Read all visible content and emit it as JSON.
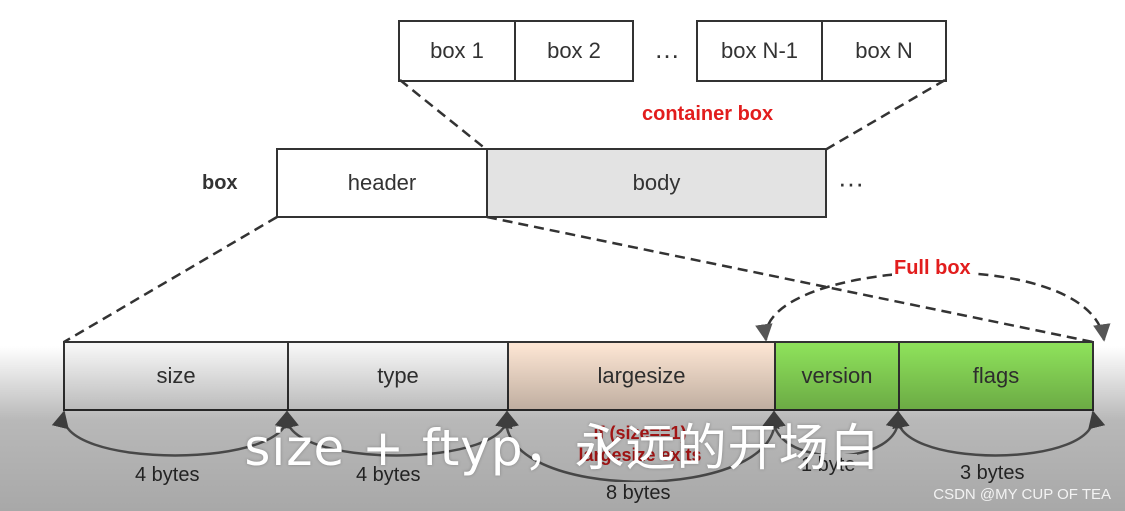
{
  "container_row": {
    "box1": "box 1",
    "box2": "box 2",
    "ellipsis": "…",
    "boxN1": "box N-1",
    "boxN": "box N"
  },
  "container_box_label": "container box",
  "box_row": {
    "label": "box",
    "header": "header",
    "body": "body",
    "ellipsis": "···"
  },
  "full_box_label": "Full box",
  "fields": {
    "size": "size",
    "type": "type",
    "largesize": "largesize",
    "version": "version",
    "flags": "flags"
  },
  "byte_labels": {
    "size": "4 bytes",
    "type": "4 bytes",
    "largesize": "8 bytes",
    "version": "1 byte",
    "flags": "3 bytes"
  },
  "largesize_note_line1": "if (size==1)",
  "largesize_note_line2": "largesize exits",
  "subtitle": "size + ftyp，永远的开场白",
  "watermark": "CSDN @MY CUP OF TEA",
  "colors": {
    "red": "#e21d1d",
    "body_fill": "#e3e3e3",
    "largesize_fill": "#fbe4d2",
    "green_fill": "#8de05a",
    "stroke": "#333333"
  }
}
